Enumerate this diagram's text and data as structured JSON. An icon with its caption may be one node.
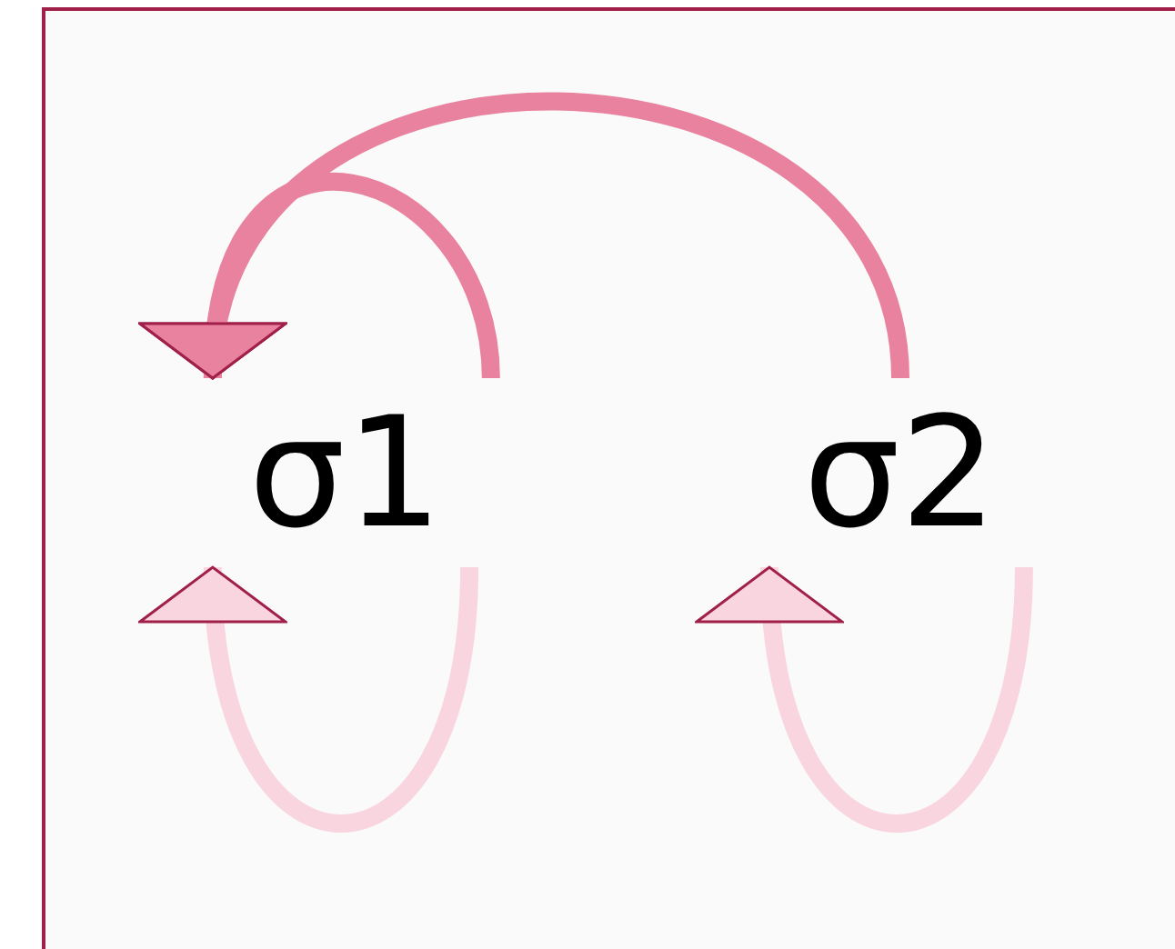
{
  "diagram": {
    "nodes": [
      {
        "text": [
          "σ1"
        ]
      },
      {
        "text": [
          "σ2"
        ]
      }
    ],
    "edges": [
      {
        "from": 0,
        "to": 0,
        "arrow": "to",
        "color": "#e8829f"
      },
      {
        "from": 1,
        "to": 0,
        "arrow": "to",
        "color": "#e8829f"
      },
      {
        "from": 0,
        "to": 0,
        "arrow": "to"
      },
      {
        "from": 1,
        "to": 1,
        "arrow": "to"
      }
    ]
  }
}
